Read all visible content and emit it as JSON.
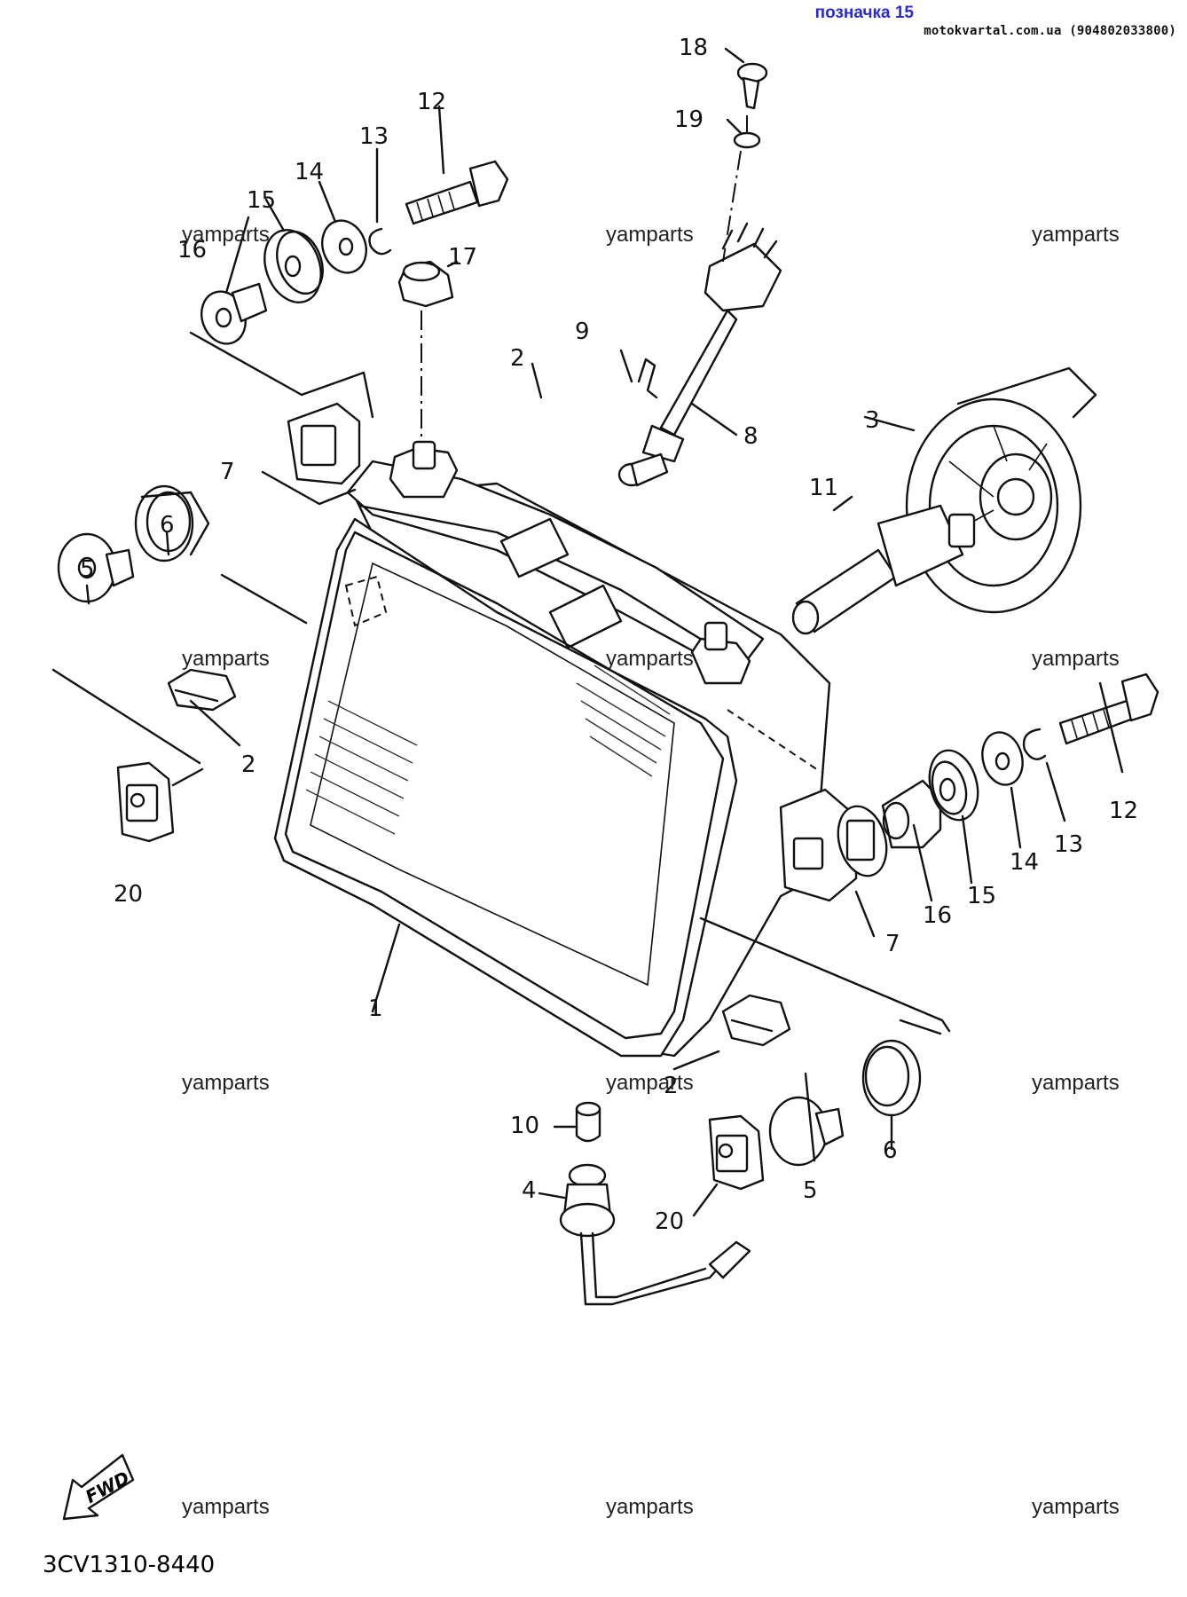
{
  "header": {
    "title": "позначка 15",
    "site": "motokvartal.com.ua (904802033800)"
  },
  "watermark": "yamparts",
  "part_labels": {
    "p1": "1",
    "p2a": "2",
    "p2b": "2",
    "p2c": "2",
    "p3": "3",
    "p4": "4",
    "p5a": "5",
    "p5b": "5",
    "p6a": "6",
    "p6b": "6",
    "p7a": "7",
    "p7b": "7",
    "p8": "8",
    "p9": "9",
    "p10": "10",
    "p11": "11",
    "p12a": "12",
    "p12b": "12",
    "p13a": "13",
    "p13b": "13",
    "p14a": "14",
    "p14b": "14",
    "p15a": "15",
    "p15b": "15",
    "p16a": "16",
    "p16b": "16",
    "p17": "17",
    "p18": "18",
    "p19": "19",
    "p20a": "20",
    "p20b": "20"
  },
  "fwd_badge": "FWD",
  "diagram_code": "3CV1310-8440"
}
